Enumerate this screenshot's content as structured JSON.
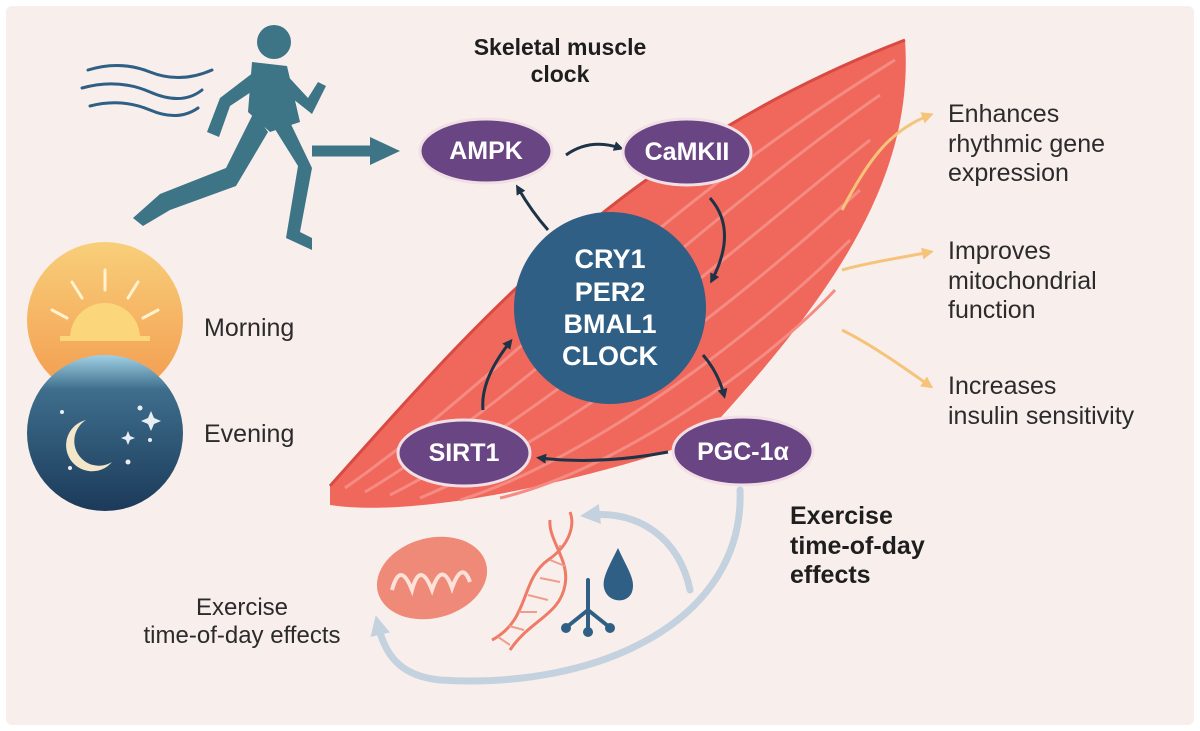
{
  "diagram": {
    "title": [
      "Skeletal muscle",
      "clock"
    ],
    "nodes": {
      "ampk": "AMPK",
      "camkii": "CaMKII",
      "sirt1": "SIRT1",
      "pgc1a": "PGC-1α"
    },
    "core_genes": [
      "CRY1",
      "PER2",
      "BMAL1",
      "CLOCK"
    ],
    "time_of_day": {
      "morning": "Morning",
      "evening": "Evening"
    },
    "outcomes": [
      [
        "Enhances",
        "rhythmic gene",
        "expression"
      ],
      [
        "Improves",
        "mitochondrial",
        "function"
      ],
      [
        "Increases",
        "insulin sensitivity"
      ]
    ],
    "exercise_effects_bold": [
      "Exercise",
      "time-of-day",
      "effects"
    ],
    "exercise_effects_left": [
      "Exercise",
      "time-of-day effects"
    ],
    "colors": {
      "muscle": "#f0675c",
      "node_purple": "#6a4583",
      "core_blue": "#2f5f84",
      "runner": "#3d7486",
      "outcome_arrow": "#f6c37a",
      "cycle_arrow": "#bfcfdc"
    },
    "icons": [
      "runner-icon",
      "sun-icon",
      "moon-icon",
      "mitochondrion-icon",
      "dna-icon",
      "droplet-branch-icon"
    ]
  }
}
